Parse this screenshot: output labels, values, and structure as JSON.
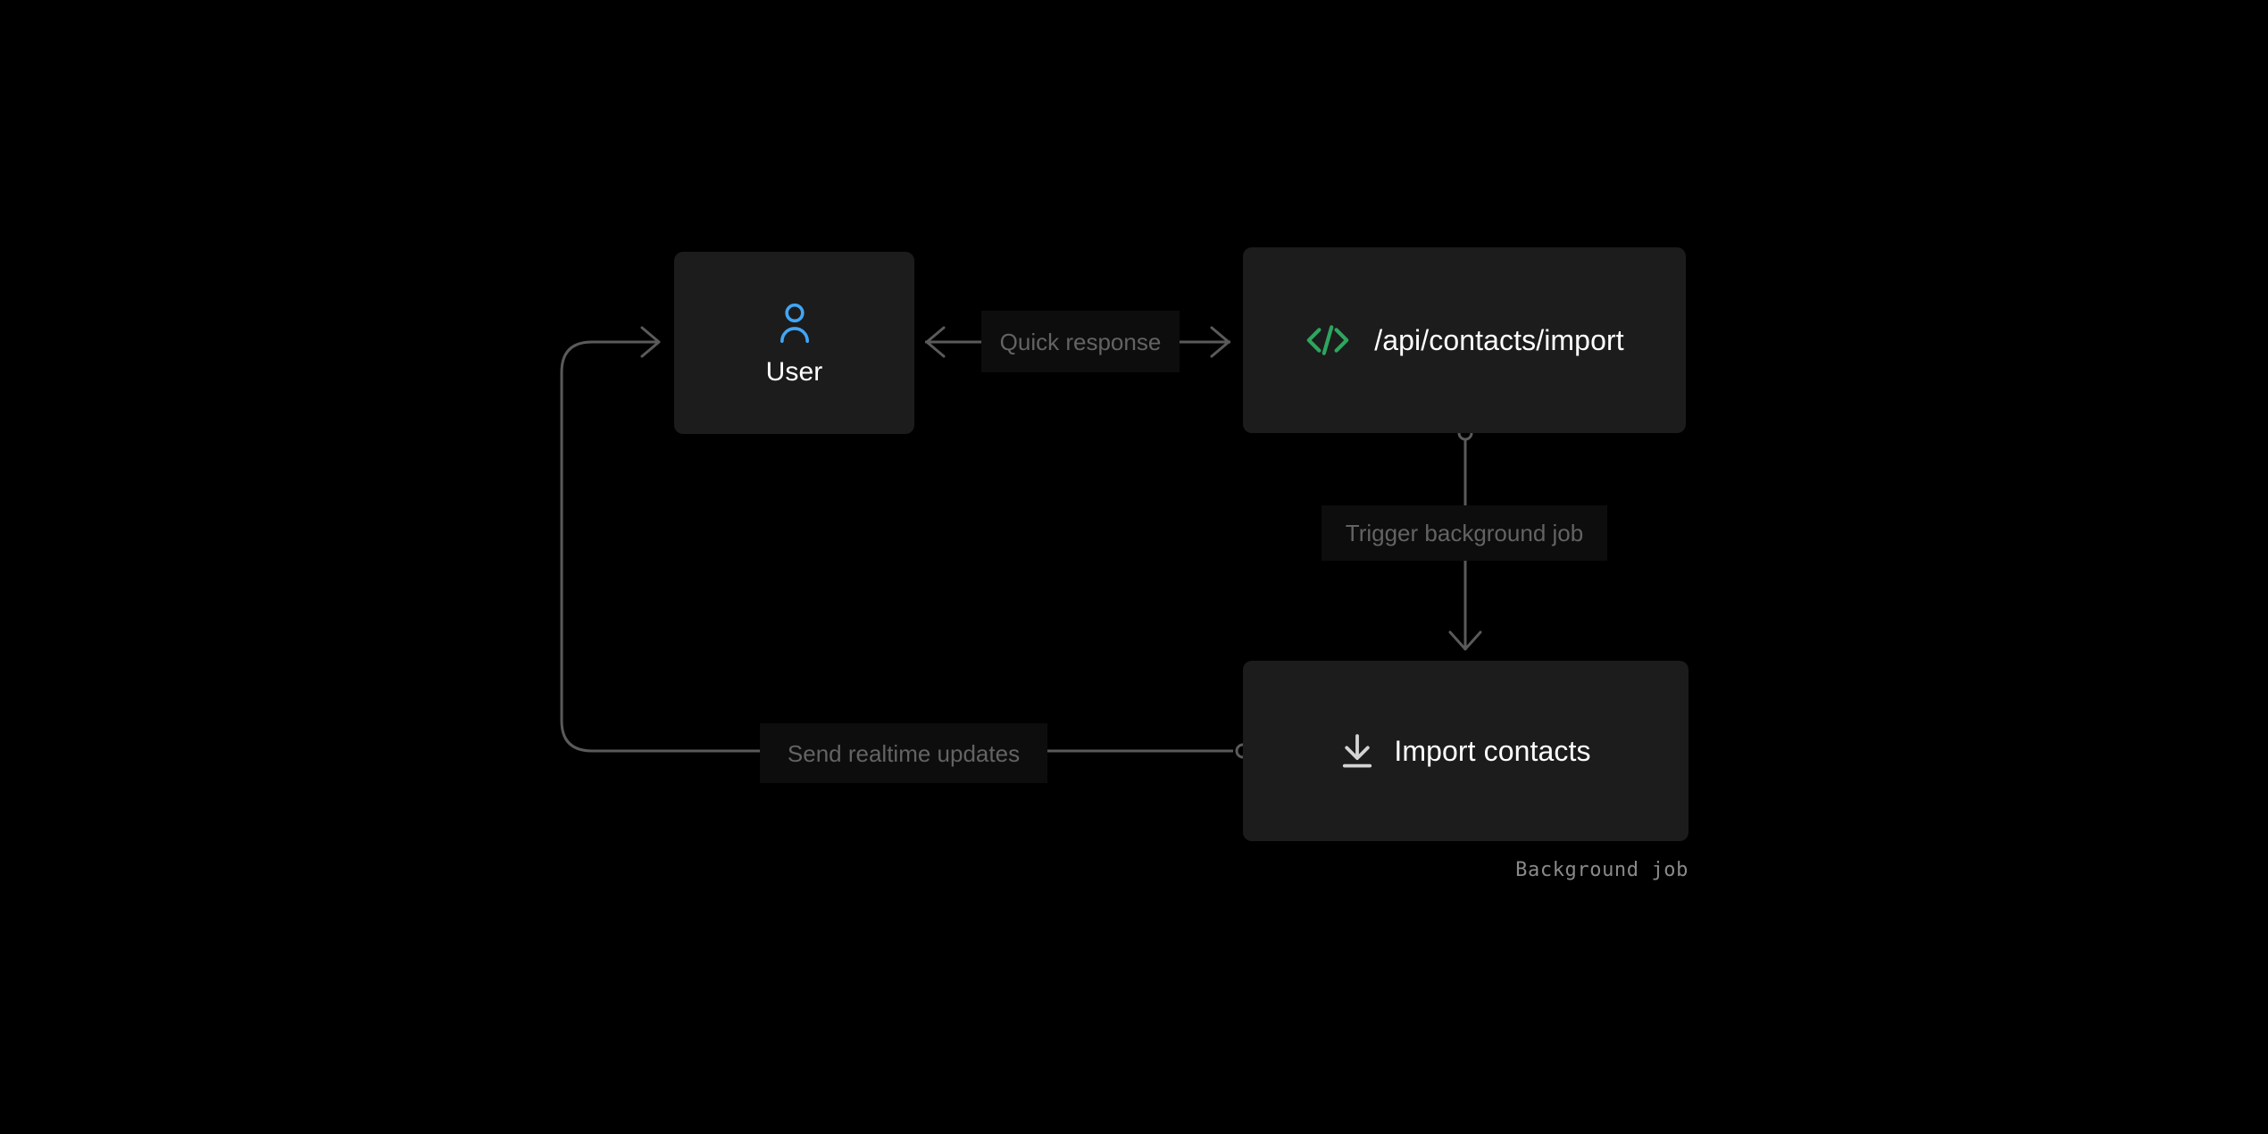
{
  "diagram": {
    "background_color": "#000000",
    "node_color": "#1c1c1c",
    "edge_color": "#5a5a5a",
    "label_bg_color": "#0d0d0d",
    "label_text_color": "#636363",
    "nodes": [
      {
        "id": "user",
        "label": "User",
        "icon": "user-icon",
        "icon_color": "#42a5f5"
      },
      {
        "id": "api",
        "label": "/api/contacts/import",
        "icon": "code-icon",
        "icon_color": "#2ea55f"
      },
      {
        "id": "job",
        "label": "Import contacts",
        "icon": "download-icon",
        "icon_color": "#d4d4d4",
        "caption": "Background job"
      }
    ],
    "edges": [
      {
        "id": "user-api",
        "label": "Quick response",
        "from": "user",
        "to": "api",
        "direction": "bidirectional"
      },
      {
        "id": "api-job",
        "label": "Trigger background job",
        "from": "api",
        "to": "job",
        "direction": "down"
      },
      {
        "id": "job-user",
        "label": "Send realtime updates",
        "from": "job",
        "to": "user",
        "direction": "left-loop"
      }
    ]
  }
}
